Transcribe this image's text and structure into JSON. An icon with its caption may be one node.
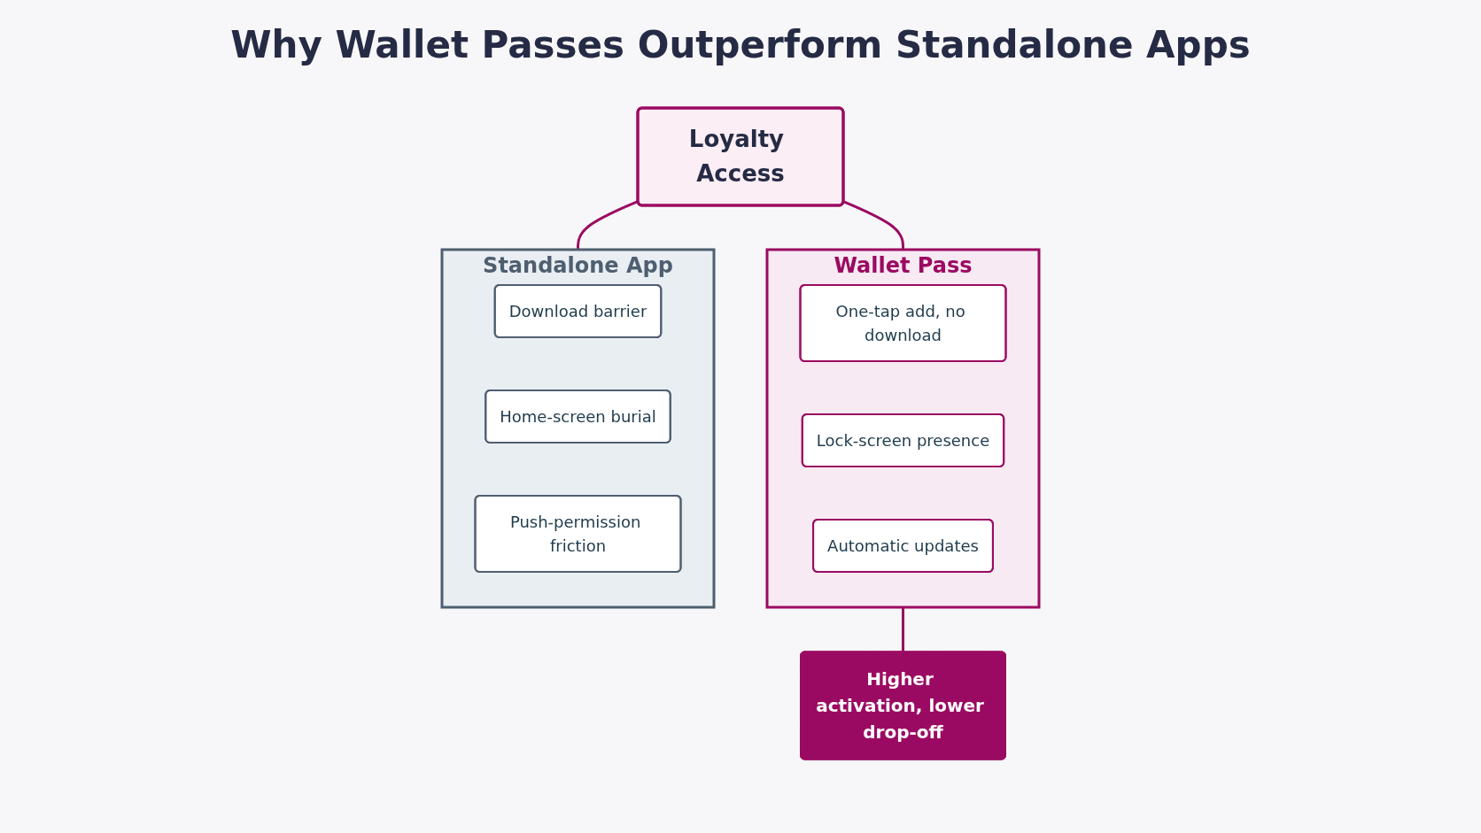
{
  "diagram": {
    "title": "Why Wallet Passes Outperform Standalone Apps",
    "nodes": [
      {
        "text": [
          "Loyalty Access"
        ]
      },
      {
        "text": [
          "Wallet Pass"
        ]
      },
      {
        "text": [
          "One-tap add, no download"
        ],
        "in": 1
      },
      {
        "text": [
          "Lock-screen presence"
        ],
        "in": 1
      },
      {
        "text": [
          "Automatic updates"
        ],
        "in": 1
      },
      {
        "text": [
          "Standalone App"
        ]
      },
      {
        "text": [
          "Download barrier"
        ],
        "in": 5
      },
      {
        "text": [
          "Home-screen burial"
        ],
        "in": 5
      },
      {
        "text": [
          "Push-permission friction"
        ],
        "in": 5
      },
      {
        "text": [
          "Higher activation, lower drop-off"
        ]
      }
    ],
    "edges": [
      {
        "from": 0,
        "to": 1,
        "arrow": "none"
      },
      {
        "from": 0,
        "to": 5,
        "arrow": "none"
      },
      {
        "from": 1,
        "to": 9,
        "arrow": "none"
      }
    ]
  }
}
